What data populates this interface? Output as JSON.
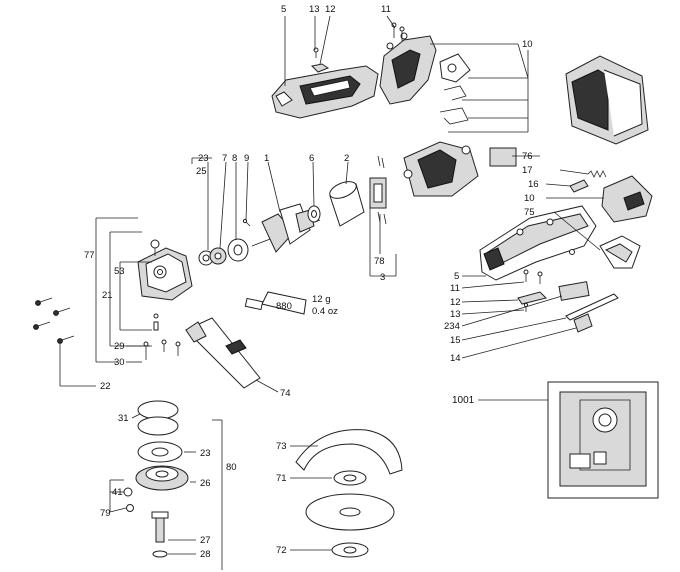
{
  "callouts": {
    "c1": "1",
    "c2": "2",
    "c3": "3",
    "c5a": "5",
    "c5b": "5",
    "c6": "6",
    "c7": "7",
    "c8": "8",
    "c9": "9",
    "c10a": "10",
    "c10b": "10",
    "c11a": "11",
    "c11b": "11",
    "c12a": "12",
    "c12b": "12",
    "c13a": "13",
    "c13b": "13",
    "c14": "14",
    "c15": "15",
    "c16": "16",
    "c17": "17",
    "c21": "21",
    "c22": "22",
    "c23a": "23",
    "c23b": "23",
    "c25": "25",
    "c26": "26",
    "c27": "27",
    "c28": "28",
    "c29": "29",
    "c30": "30",
    "c31": "31",
    "c41": "41",
    "c53": "53",
    "c71": "71",
    "c72": "72",
    "c73": "73",
    "c74": "74",
    "c75": "75",
    "c76": "76",
    "c77": "77",
    "c78": "78",
    "c79": "79",
    "c80": "80",
    "c234": "234",
    "c1001": "1001"
  },
  "grease_tube": {
    "label": "880",
    "weight_g": "12 g",
    "weight_oz": "0.4 oz"
  }
}
